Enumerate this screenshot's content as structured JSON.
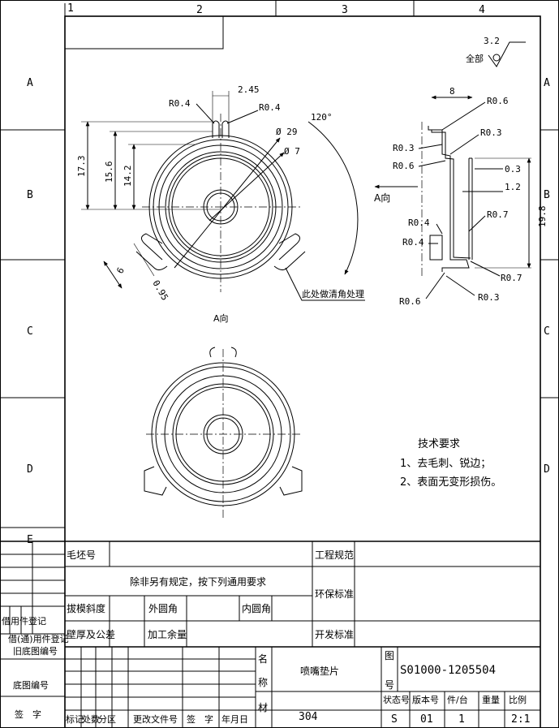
{
  "border": {
    "cols": [
      "1",
      "2",
      "3",
      "4"
    ],
    "rows": [
      "A",
      "B",
      "C",
      "D",
      "E"
    ]
  },
  "roughness": {
    "value": "3.2",
    "label": "全部"
  },
  "front_view": {
    "dims": {
      "r_left_top": "R0.4",
      "r_right_top": "R0.4",
      "slot_width": "2.45",
      "angle": "120°",
      "dia_outer": "29",
      "dia_inner": "7",
      "h1": "17.3",
      "h2": "15.6",
      "h3": "14.2",
      "tab_w": "6",
      "tab_t": "0.95"
    },
    "note": "此处做清角处理",
    "view_label": "A向"
  },
  "side_view": {
    "arrow_label": "A向",
    "dims": {
      "width": "8",
      "r1": "R0.6",
      "r2": "R0.3",
      "r3": "R0.3",
      "r4": "R0.6",
      "t1": "0.3",
      "t2": "1.2",
      "r5": "R0.7",
      "height": "19.8",
      "r6": "R0.4",
      "r7": "R0.4",
      "r8": "R0.7",
      "r9": "R0.6",
      "r10": "R0.3"
    }
  },
  "tech_req": {
    "title": "技术要求",
    "items": [
      "1、去毛刺、锐边；",
      "2、表面无变形损伤。"
    ]
  },
  "spec_table": {
    "blank_no": "毛坯号",
    "general": "除非另有规定，按下列通用要求",
    "draft": "拔模斜度",
    "outer_r": "外圆角",
    "inner_r": "内圆角",
    "wall": "壁厚及公差",
    "machining": "加工余量",
    "std_eng": "工程规范",
    "package": "环保标准",
    "dev": "开发标准"
  },
  "left_labels": {
    "drawn": "借用件登记",
    "used": "借(通)用件登记",
    "base_no": "旧底图编号",
    "base_no2": "底图编号",
    "sign": "签　字"
  },
  "title_block": {
    "name_label": "名称",
    "part_name": "喷嘴垫片",
    "material_label": "材料",
    "material": "304",
    "dwg_label": "图号",
    "dwg_no": "S01000-1205504",
    "h_status": "状态号",
    "h_version": "版本号",
    "h_qty": "件/台",
    "h_weight": "重量",
    "h_scale": "比例",
    "status": "S",
    "version": "01",
    "qty": "1",
    "weight": "",
    "scale": "2:1"
  },
  "revision": {
    "mark": "标记",
    "count": "处数",
    "zone": "分区",
    "doc": "更改文件号",
    "sign": "签　字",
    "date": "年月日"
  }
}
